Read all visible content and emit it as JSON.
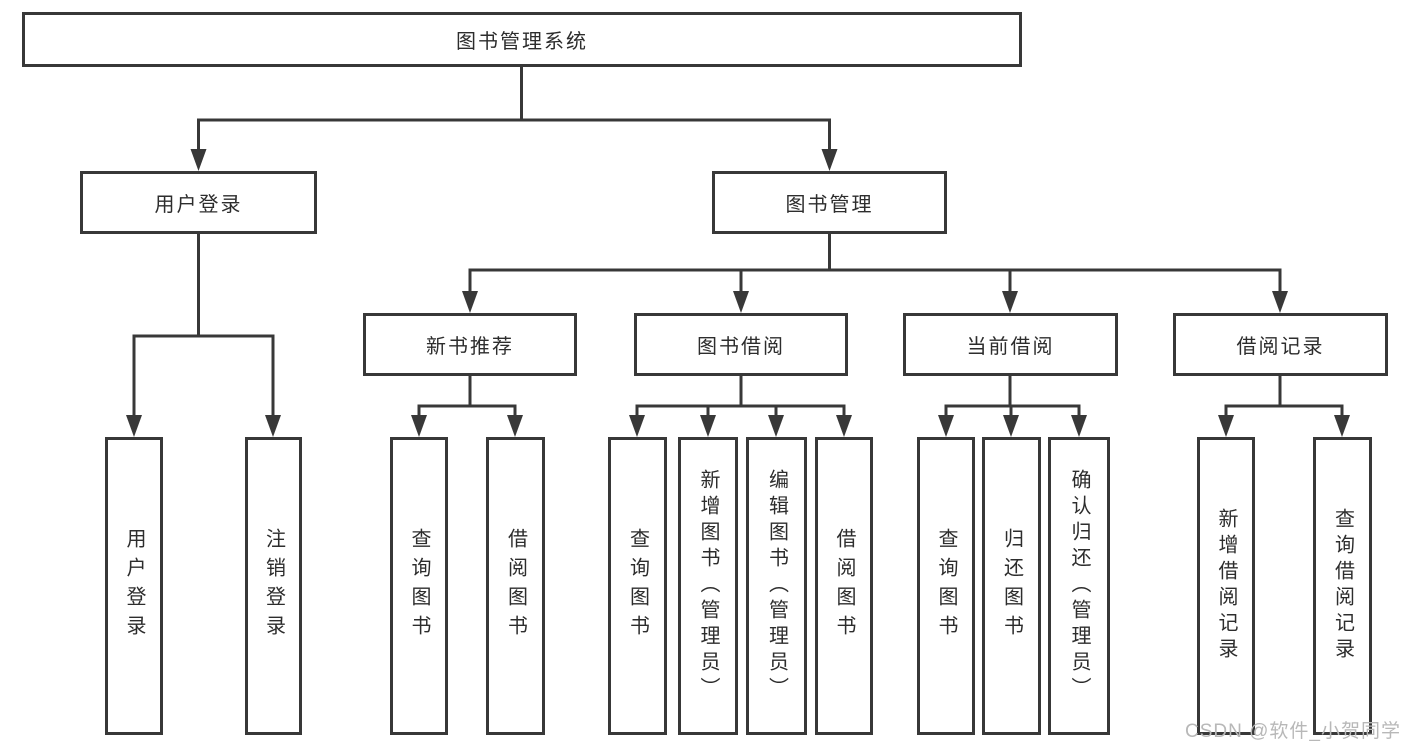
{
  "root": {
    "label": "图书管理系统"
  },
  "branches": [
    {
      "label": "用户登录",
      "leaves": [
        {
          "label": "用户登录"
        },
        {
          "label": "注销登录"
        }
      ]
    },
    {
      "label": "图书管理",
      "children": [
        {
          "label": "新书推荐",
          "leaves": [
            {
              "label": "查询图书"
            },
            {
              "label": "借阅图书"
            }
          ]
        },
        {
          "label": "图书借阅",
          "leaves": [
            {
              "label": "查询图书"
            },
            {
              "label": "新增图书（管理员）"
            },
            {
              "label": "编辑图书（管理员）"
            },
            {
              "label": "借阅图书"
            }
          ]
        },
        {
          "label": "当前借阅",
          "leaves": [
            {
              "label": "查询图书"
            },
            {
              "label": "归还图书"
            },
            {
              "label": "确认归还（管理员）"
            }
          ]
        },
        {
          "label": "借阅记录",
          "leaves": [
            {
              "label": "新增借阅记录"
            },
            {
              "label": "查询借阅记录"
            }
          ]
        }
      ]
    }
  ],
  "watermark": {
    "text": "CSDN @软件_小贺同学"
  },
  "colors": {
    "line": "#383838",
    "text": "#2d2d2d",
    "watermark": "#b8b8b8",
    "background": "#ffffff"
  }
}
